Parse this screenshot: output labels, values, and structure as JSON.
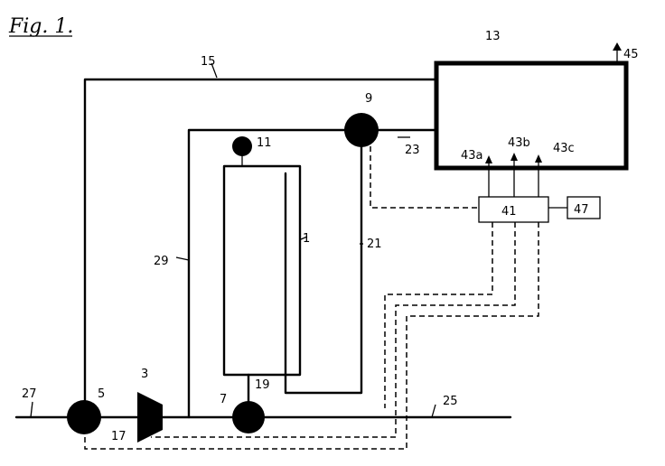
{
  "figure": {
    "title": "Fig. 1."
  },
  "labels": {
    "l1": "1",
    "l3": "3",
    "l5": "5",
    "l7": "7",
    "l9": "9",
    "l11": "11",
    "l13": "13",
    "l15": "15",
    "l17": "17",
    "l19": "19",
    "l21": "21",
    "l23": "23",
    "l25": "25",
    "l27": "27",
    "l29": "29",
    "l41": "41",
    "l43a": "43a",
    "l43b": "43b",
    "l43c": "43c",
    "l45": "45",
    "l47": "47"
  }
}
